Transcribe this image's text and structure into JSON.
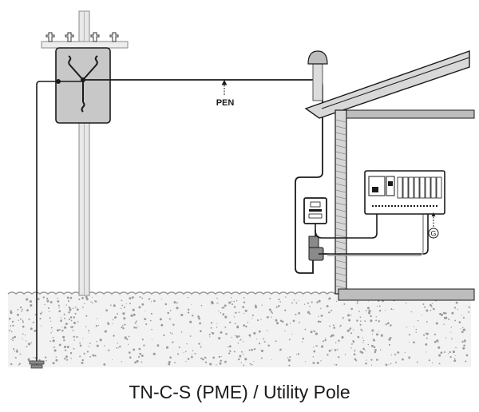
{
  "labels": {
    "pen": "PEN",
    "ground_marker": "G"
  },
  "caption": "TN-C-S (PME) / Utility Pole",
  "colors": {
    "line": "#1a1a1a",
    "ground_speckle": "#9a9a9a",
    "house_wall": "#bdbdbd",
    "transformer_fill": "#c8c8c8",
    "pole": "#e8e8e8"
  }
}
